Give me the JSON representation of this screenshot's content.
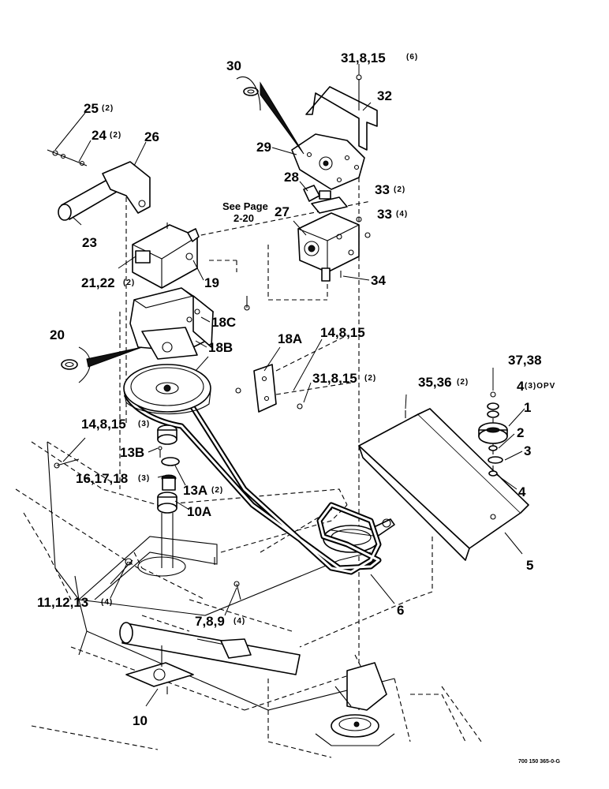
{
  "callouts": {
    "c30": "30",
    "c31a": "31,8,15",
    "c31a_qty": "(6)",
    "c32": "32",
    "c25": "25",
    "c25_qty": "(2)",
    "c24": "24",
    "c24_qty": "(2)",
    "c26": "26",
    "c29": "29",
    "c28": "28",
    "c33a": "33",
    "c33a_qty": "(2)",
    "c27": "27",
    "c33b": "33",
    "c33b_qty": "(4)",
    "c23": "23",
    "c21": "21,22",
    "c21_qty": "(2)",
    "c19": "19",
    "c34": "34",
    "c18c": "18C",
    "c20": "20",
    "c18b": "18B",
    "c18a": "18A",
    "c14a": "14,8,15",
    "c31b": "31,8,15",
    "c31b_qty": "(2)",
    "c37": "37,38",
    "c4a": "4",
    "c4a_qty": "(3)OPV",
    "c35": "35,36",
    "c35_qty": "(2)",
    "c1": "1",
    "c2": "2",
    "c14b": "14,8,15",
    "c14b_qty": "(3)",
    "c3": "3",
    "c13b": "13B",
    "c16": "16,17,18",
    "c16_qty": "(3)",
    "c13a": "13A",
    "c13a_qty": "(2)",
    "c4b": "4",
    "c10a": "10A",
    "c5": "5",
    "c11": "11,12,13",
    "c11_qty": "(4)",
    "c6": "6",
    "c7": "7,8,9",
    "c7_qty": "(4)",
    "c10": "10"
  },
  "see_page": {
    "line1": "See Page",
    "line2": "2-20"
  },
  "drawing_number": "700 150 365-0-G"
}
